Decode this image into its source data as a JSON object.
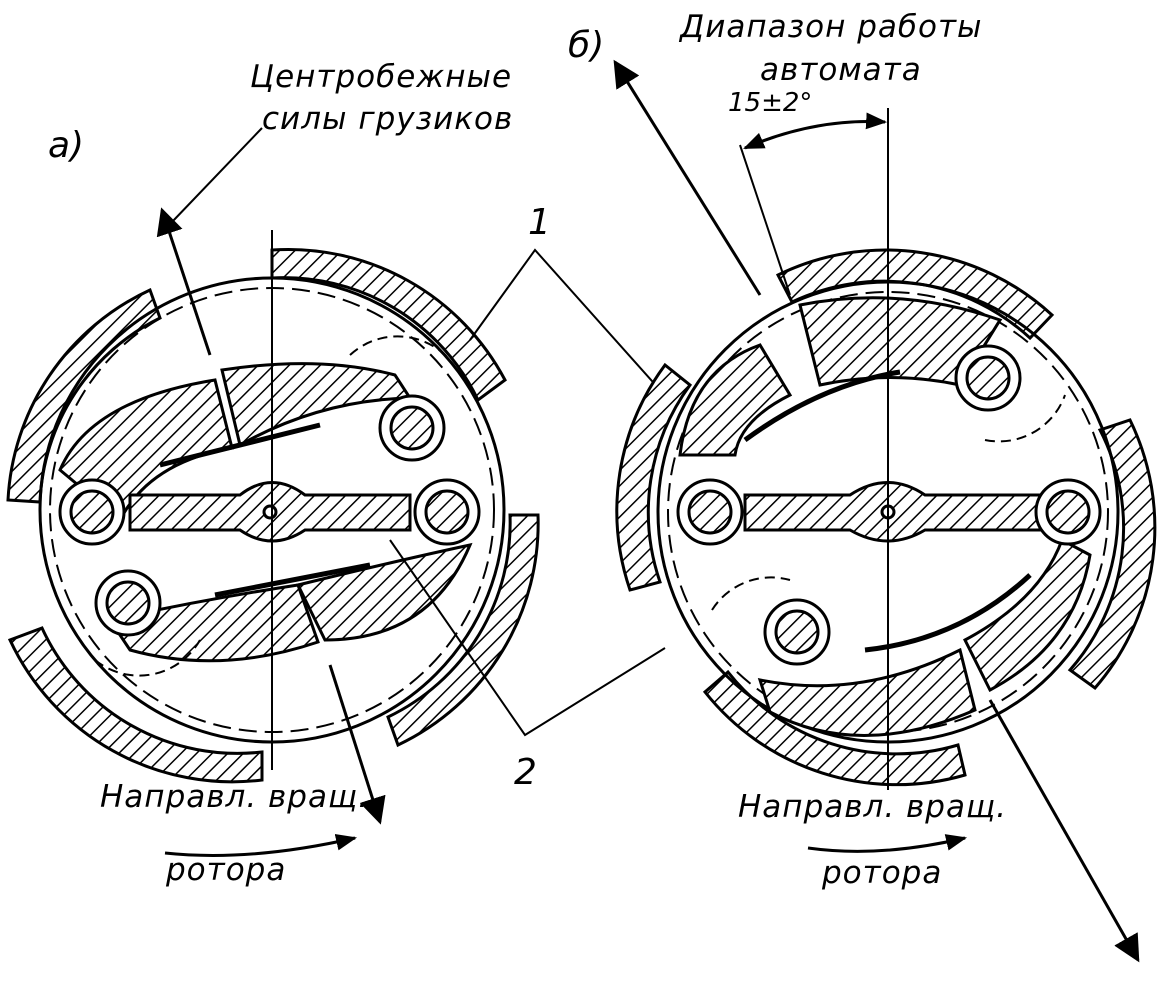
{
  "labels": {
    "panel_a": "а)",
    "panel_b": "б)",
    "centrifugal_forces_line1": "Центробежные",
    "centrifugal_forces_line2": "силы грузиков",
    "range_line1": "Диапазон работы",
    "range_line2": "автомата",
    "angle": "15±2°",
    "callout_1": "1",
    "callout_2": "2",
    "rotation_a_line1": "Направл. вращ.",
    "rotation_a_line2": "ротора",
    "rotation_b_line1": "Направл. вращ.",
    "rotation_b_line2": "ротора"
  },
  "colors": {
    "ink": "#000000",
    "paper": "#ffffff"
  }
}
